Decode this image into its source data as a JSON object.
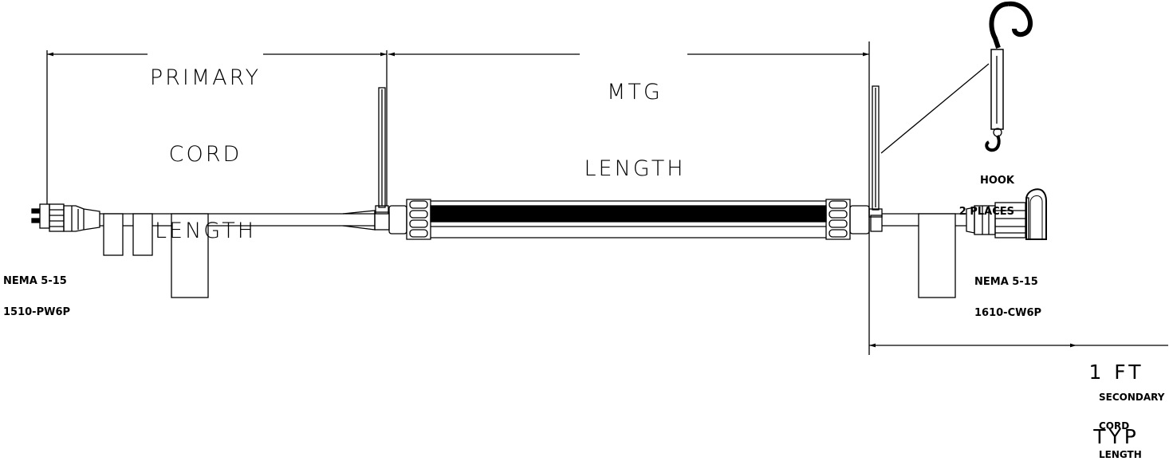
{
  "labels": {
    "primary_cord": [
      "PRIMARY",
      "CORD",
      "LENGTH"
    ],
    "mtg_length": [
      "MTG",
      "LENGTH"
    ],
    "hook": [
      "HOOK",
      "2 PLACES"
    ],
    "plug_left": [
      "NEMA 5-15",
      "1510-PW6P"
    ],
    "plug_right": [
      "NEMA 5-15",
      "1610-CW6P"
    ],
    "typ_dim": [
      "1 FT",
      "TYP"
    ],
    "secondary_cord": [
      "SECONDARY",
      "CORD",
      "LENGTH"
    ]
  },
  "colors": {
    "ink": "#000000",
    "paper": "#ffffff"
  }
}
